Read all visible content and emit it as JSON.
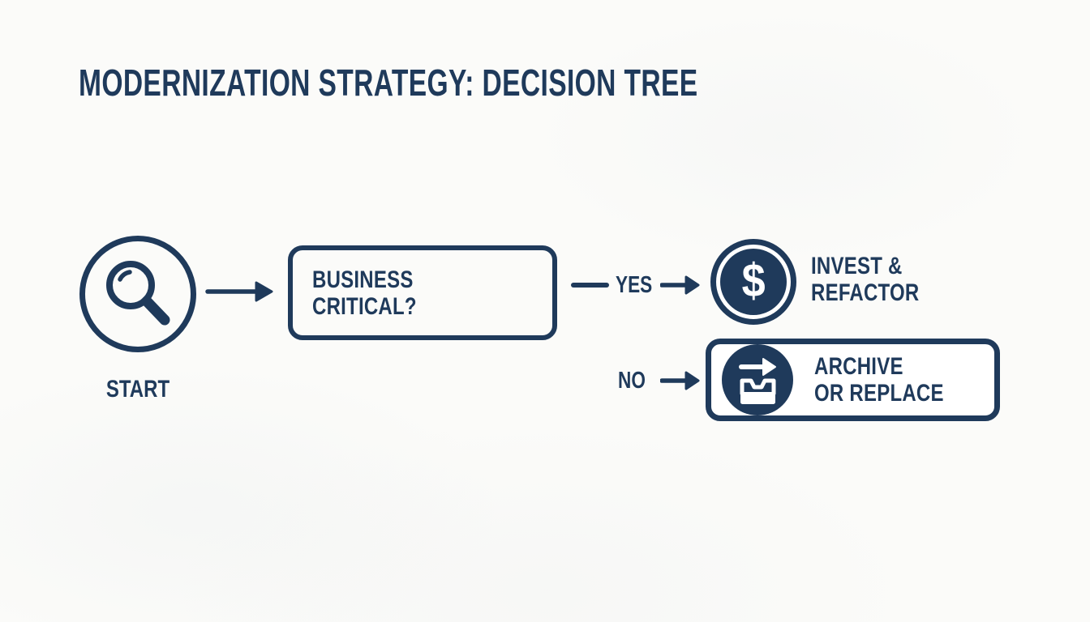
{
  "colors": {
    "navy": "#1f3a5b",
    "white": "#ffffff",
    "background": "#fbfbf9"
  },
  "title": "MODERNIZATION STRATEGY: DECISION TREE",
  "diagram": {
    "start": {
      "label": "START",
      "icon": "magnifier-icon"
    },
    "decision": {
      "line1": "BUSINESS",
      "line2": "CRITICAL?"
    },
    "branches": {
      "yes": {
        "label": "YES",
        "icon": "dollar-coin-icon",
        "symbol": "$",
        "outcome_line1": "INVEST &",
        "outcome_line2": "REFACTOR"
      },
      "no": {
        "label": "NO",
        "icon": "archive-tray-icon",
        "outcome_line1": "ARCHIVE",
        "outcome_line2": "OR REPLACE"
      }
    }
  }
}
